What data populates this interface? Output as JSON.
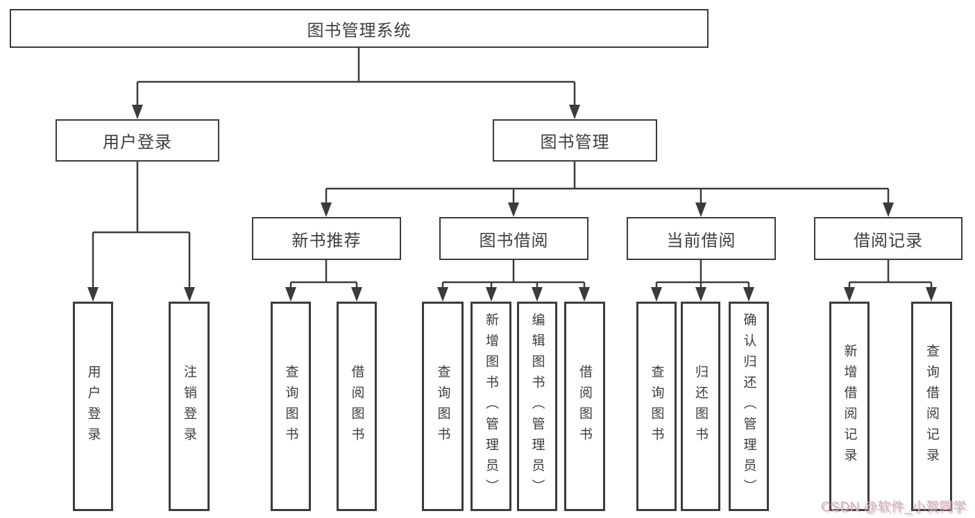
{
  "diagram": {
    "root": {
      "label": "图书管理系统"
    },
    "level2": [
      {
        "label": "用户登录"
      },
      {
        "label": "图书管理"
      }
    ],
    "level3": [
      {
        "label": "新书推荐"
      },
      {
        "label": "图书借阅"
      },
      {
        "label": "当前借阅"
      },
      {
        "label": "借阅记录"
      }
    ],
    "leaves": [
      {
        "label": "用户登录"
      },
      {
        "label": "注销登录"
      },
      {
        "label": "查询图书"
      },
      {
        "label": "借阅图书"
      },
      {
        "label": "查询图书"
      },
      {
        "label": "新增图书（管理员）"
      },
      {
        "label": "编辑图书（管理员）"
      },
      {
        "label": "借阅图书"
      },
      {
        "label": "查询图书"
      },
      {
        "label": "归还图书"
      },
      {
        "label": "确认归还（管理员）"
      },
      {
        "label": "新增借阅记录"
      },
      {
        "label": "查询借阅记录"
      }
    ]
  },
  "watermark": {
    "text": "CSDN @软件_小贺同学"
  },
  "colors": {
    "line": "#3b3b3b",
    "text": "#3d3d3d",
    "background": "#ffffff",
    "watermark_text": "#bcc0c4",
    "watermark_shadow": "#f6708a"
  }
}
